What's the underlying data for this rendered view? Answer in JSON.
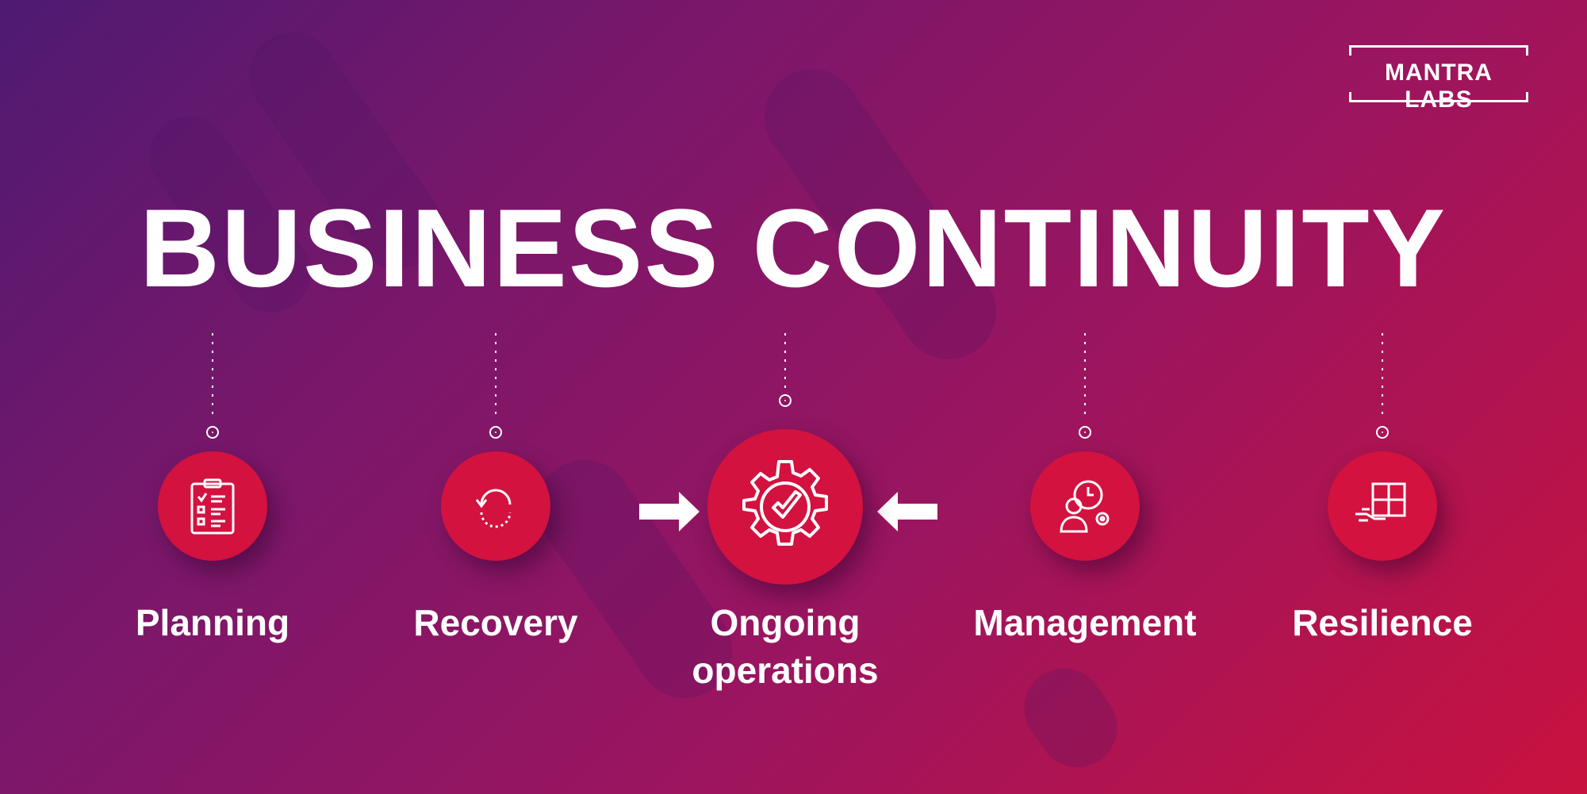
{
  "logo": {
    "text": "MANTRA LABS"
  },
  "title": "BUSINESS CONTINUITY",
  "steps": [
    {
      "label": "Planning",
      "icon": "clipboard-checklist-icon"
    },
    {
      "label": "Recovery",
      "icon": "recovery-cycle-icon"
    },
    {
      "label": "Ongoing operations",
      "line1": "Ongoing",
      "line2": "operations",
      "icon": "gear-check-icon"
    },
    {
      "label": "Management",
      "icon": "manager-clock-gear-icon"
    },
    {
      "label": "Resilience",
      "icon": "puzzle-hand-icon"
    }
  ],
  "colors": {
    "accent": "#d3123f",
    "bg_start": "#4e1a72",
    "bg_end": "#c8123f"
  }
}
